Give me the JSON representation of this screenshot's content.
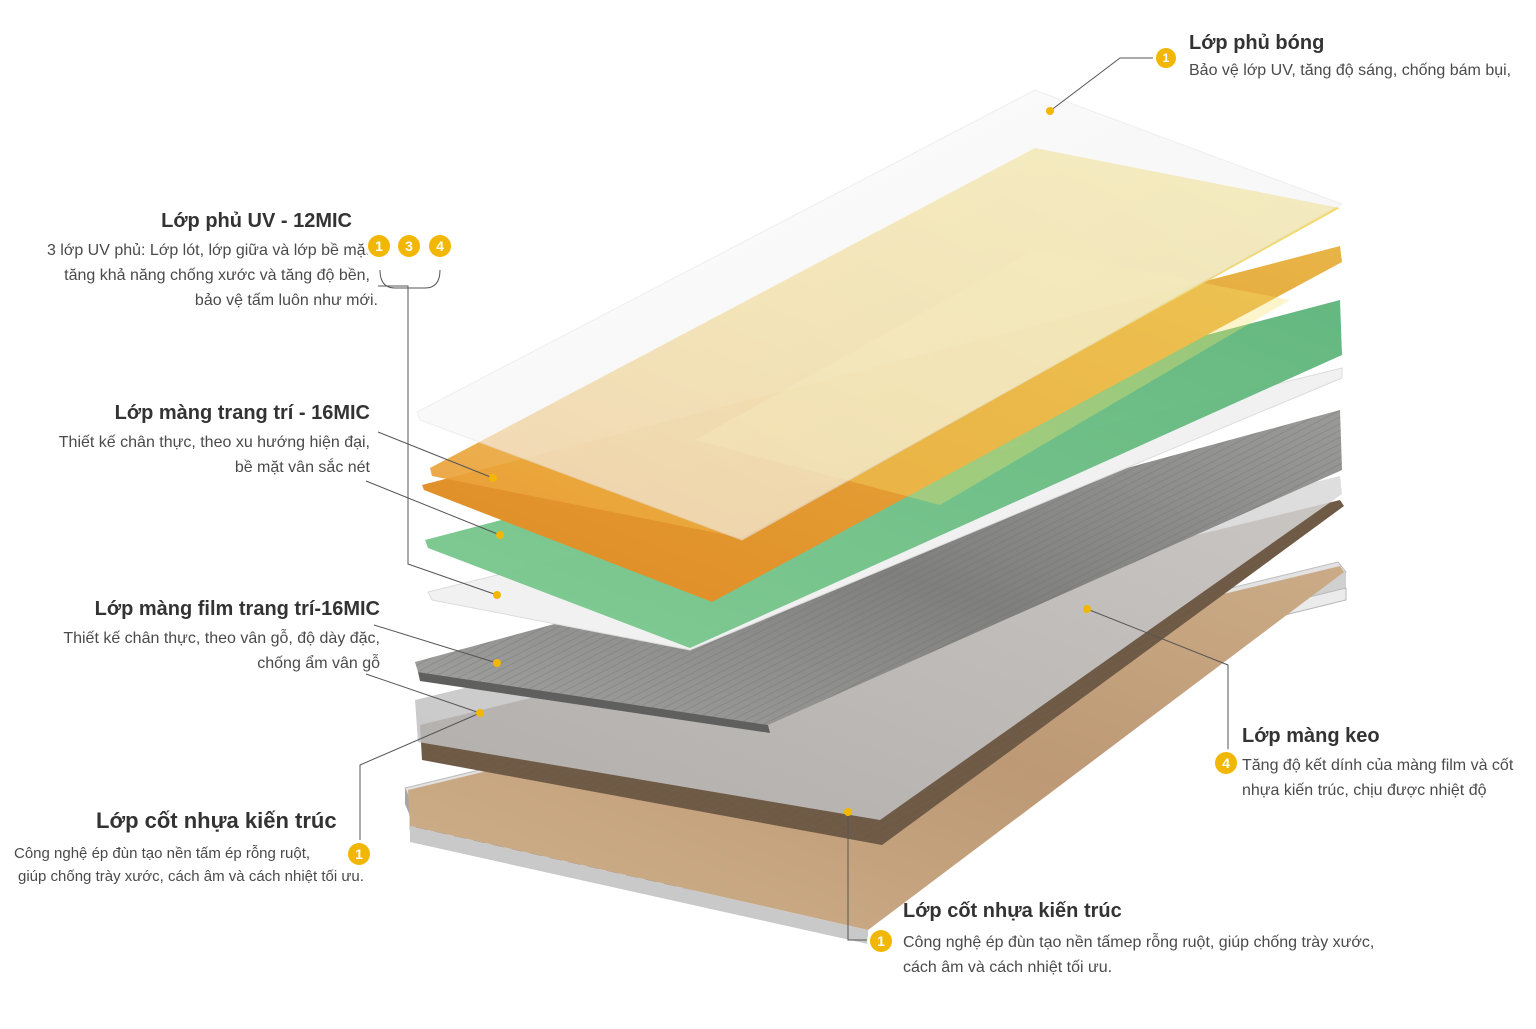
{
  "colors": {
    "accent": "#f2b705",
    "gloss": "#f7f7f7",
    "uv_yellow": "#f6d65a",
    "uv_orange": "#e7a13a",
    "green": "#6fc48a",
    "wood_gray": "#8f8f8d",
    "glue": "#c6c6c6",
    "core_brown": "#6a5643",
    "core_beige": "#cfb08e"
  },
  "labels": {
    "gloss": {
      "title": "Lớp phủ bóng",
      "desc": "Bảo vệ lớp UV, tăng độ sáng, chống bám bụi,",
      "badge": "1"
    },
    "uv": {
      "title": "Lớp phủ UV - 12MIC",
      "desc1": "3 lớp UV phủ: Lớp lót, lớp giữa và lớp bề mặt",
      "desc2": "tăng khả năng chống xước và tăng độ bền,",
      "desc3": "bảo vệ tấm luôn như mới.",
      "badges": [
        "1",
        "3",
        "4"
      ]
    },
    "decor1": {
      "title": "Lớp màng trang trí - 16MIC",
      "desc1": "Thiết kế chân thực, theo xu hướng hiện đại,",
      "desc2": "bề mặt vân sắc nét"
    },
    "decor2": {
      "title": "Lớp màng film trang trí-16MIC",
      "desc1": "Thiết kế chân thực, theo vân gỗ, độ dày đặc,",
      "desc2": "chống ẩm vân gỗ"
    },
    "core_left": {
      "title": "Lớp cốt nhựa kiến trúc",
      "desc1": "Công nghệ ép đùn tạo nền tấm ép rỗng ruột,",
      "desc2": "giúp chống trày xước, cách âm và cách nhiệt tối ưu.",
      "badge": "1"
    },
    "glue": {
      "title": "Lớp màng keo",
      "desc1": "Tăng độ kết dính của màng film và cốt",
      "desc2": "nhựa kiến trúc, chịu được nhiệt độ",
      "badge": "4"
    },
    "core_bottom": {
      "title": "Lớp cốt nhựa kiến trúc",
      "desc1": "Công nghệ ép đùn tạo nền tấmep rỗng ruột, giúp chống trày xước,",
      "desc2": "cách âm và cách nhiệt tối ưu.",
      "badge": "1"
    }
  }
}
